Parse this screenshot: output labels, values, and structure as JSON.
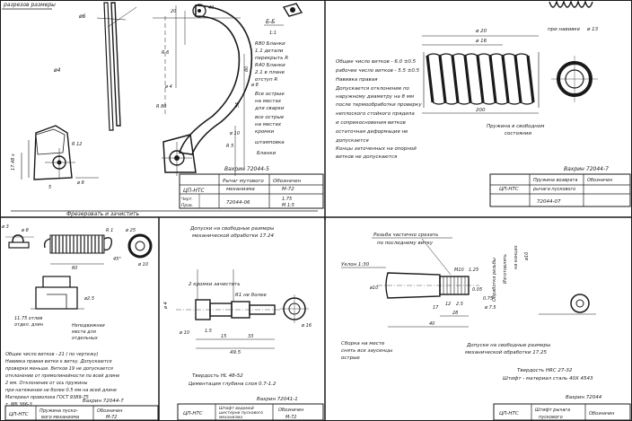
{
  "panel_top_left": {
    "corner_note": "разрезов размеры",
    "dim_a": "ø6",
    "dim_b": "ø4",
    "dim_c": "17.48 х",
    "dim_d": "R 12",
    "dim_e": "ø 8",
    "dim_f": "5",
    "dim_g": "20",
    "dim_h": "40",
    "dim_i": "R 6",
    "dim_j": "ø 4",
    "dim_k": "R 80",
    "dim_l": "ø 8",
    "dim_m": "ø 10",
    "dim_n": "R 5",
    "dim_o": "55",
    "dim_p": "80",
    "section": "Б-Б",
    "note_1": "R80 Бланки",
    "note_2": "1.1 детали",
    "note_3": "перекрыть R",
    "note_4": "R40 Бланки",
    "note_5": "2.1 в плане",
    "note_6": "отступ R",
    "note_7": "Все острые",
    "note_8": "на местах",
    "note_9": "для сварки",
    "note_10": "все острые",
    "note_11": "на местах",
    "note_12": "кромки",
    "note_13": "штамповка",
    "note_14": "Бланки",
    "bottom_caption": "Фрезеровать и зачистить",
    "title": {
      "doc": "Вахрин 72044-5",
      "org": "ЦП-НТС",
      "name_line1": "Рычаг мутового",
      "name_line2": "механизма",
      "code1": "Обозначен",
      "code2": "М-72",
      "row2_a": "Черт.",
      "row2_b": "Пров.",
      "row2_c": "72044-06",
      "row2_d": "1.75",
      "row2_e": "М 1:5"
    }
  },
  "panel_top_right": {
    "dim_a": "ø 20",
    "dim_b": "ø 16",
    "dim_c": "при навивке",
    "dim_d": "ø 13",
    "dim_e": "200",
    "notes": [
      "Общее число витков - 6.0 ±0.5",
      "рабочее число витков - 5.5 ±0.5",
      "Навивка правая",
      "Допускается отклонение по",
      "наружному диаметру на 8 мм",
      "после термообработки проверку",
      "неплоского стойкого прядила",
      "и соприкосновения витков",
      "остаточная деформация не",
      "допускается",
      "Концы заточенных на опорной",
      "витков не допускаются"
    ],
    "caption": "Пружина в свободном",
    "caption2": "состоянии",
    "doc": "Вахрин 72044-7",
    "title_org": "ЦП-НТС",
    "title_name1": "Пружина возврата",
    "title_name2": "рычага пускового",
    "title_code": "Обозначен",
    "title_mass": "72044-07"
  },
  "panel_bottom_left": {
    "dim_a": "ø 3",
    "dim_b": "ø 8",
    "dim_c": "R 1",
    "dim_d": "45°",
    "dim_e": "60",
    "dim_f": "ø2.5",
    "dim_g": "ø 25",
    "dim_h": "ø 10",
    "note_a": "11.75 отлив",
    "note_b": "отдел. длин",
    "note_c": "Неподвижная",
    "note_d": "места для",
    "note_e": "отдельных",
    "notes": [
      "Общее число витков - 21 ( по чертежу)",
      "Навивка правая витки к витку. Допускаются",
      "проверки меньше. Витков 19 не допускается",
      "отклонение от прямолинейности по всей длине",
      "2 мм. Отклонение от ось пружины",
      "при натяжении не более 0.5 мм на всей длине",
      "Материал проволока ГОСТ 9389-75",
      "т. МБ 3б6-3"
    ],
    "doc": "Вахрин 72044-7",
    "title_org": "ЦП-НТС",
    "title_name1": "Пружина пуско-",
    "title_name2": "вого механизма",
    "title_code1": "Обозначен",
    "title_code2": "М-72"
  },
  "panel_bottom_center": {
    "header1": "Допуски на свободные размеры",
    "header2": "механической обработки 17.24",
    "label_a": "2 кромки зачистить",
    "label_b": "R1 не более",
    "dim_a": "ø 4",
    "dim_b": "ø 10",
    "dim_c": "1.5",
    "dim_d": "15",
    "dim_e": "33",
    "dim_f": "49.5",
    "dim_g": "ø 16",
    "hard1": "Твердость HL 48-52",
    "hard2": "Цементация глубина слоя 0.7-1.2",
    "doc": "Вахрин 72041-1",
    "title_org": "ЦП-НТС",
    "title_name1": "Штифт ведомой",
    "title_name2": "шестерни пускового",
    "title_name3": "механизма",
    "title_code1": "Обозначен",
    "title_code2": "М-72"
  },
  "panel_bottom_right": {
    "label_a": "Резьба частично срезать",
    "label_b": "по последнему витку",
    "label_c": "Уклон 1:30",
    "dim_a": "М10",
    "dim_b": "1.25",
    "dim_c": "ø10",
    "dim_d": "ø 7.5",
    "dim_e": "28",
    "dim_f": "40",
    "dim_g": "12",
    "dim_h": "2.5",
    "dim_i": "17",
    "dim_j": "0.05",
    "dim_k": "0.75",
    "note_a": "Обработка резьбы",
    "note_b": "Изготовлять",
    "note_c": "на концах",
    "note_d": "ø10",
    "note_e": "Сборка на месте",
    "note_f": "снять все заусенцы",
    "note_g": "острые",
    "notes1": "Допуски на свободные размеры",
    "notes2": "механической обработки 17.25",
    "hard1": "Твердость HRC 27-32",
    "hard2": "Штифт - материал сталь 40Х 4543",
    "doc": "Вахрин 72044",
    "title_org": "ЦП-НТС",
    "title_name1": "Штифт рычага",
    "title_name2": "пускового",
    "title_code": "Обозначен"
  }
}
